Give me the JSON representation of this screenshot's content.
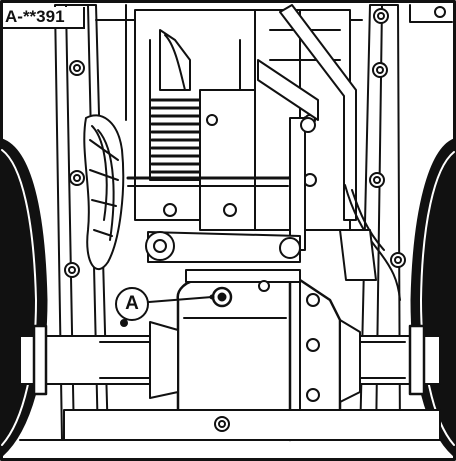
{
  "figure": {
    "id_label": "A-**391",
    "callouts": [
      {
        "label": "A",
        "target": "drain-plug"
      }
    ]
  },
  "colors": {
    "ink": "#111111",
    "paper": "#ffffff",
    "shade": "#8a8a8a"
  }
}
